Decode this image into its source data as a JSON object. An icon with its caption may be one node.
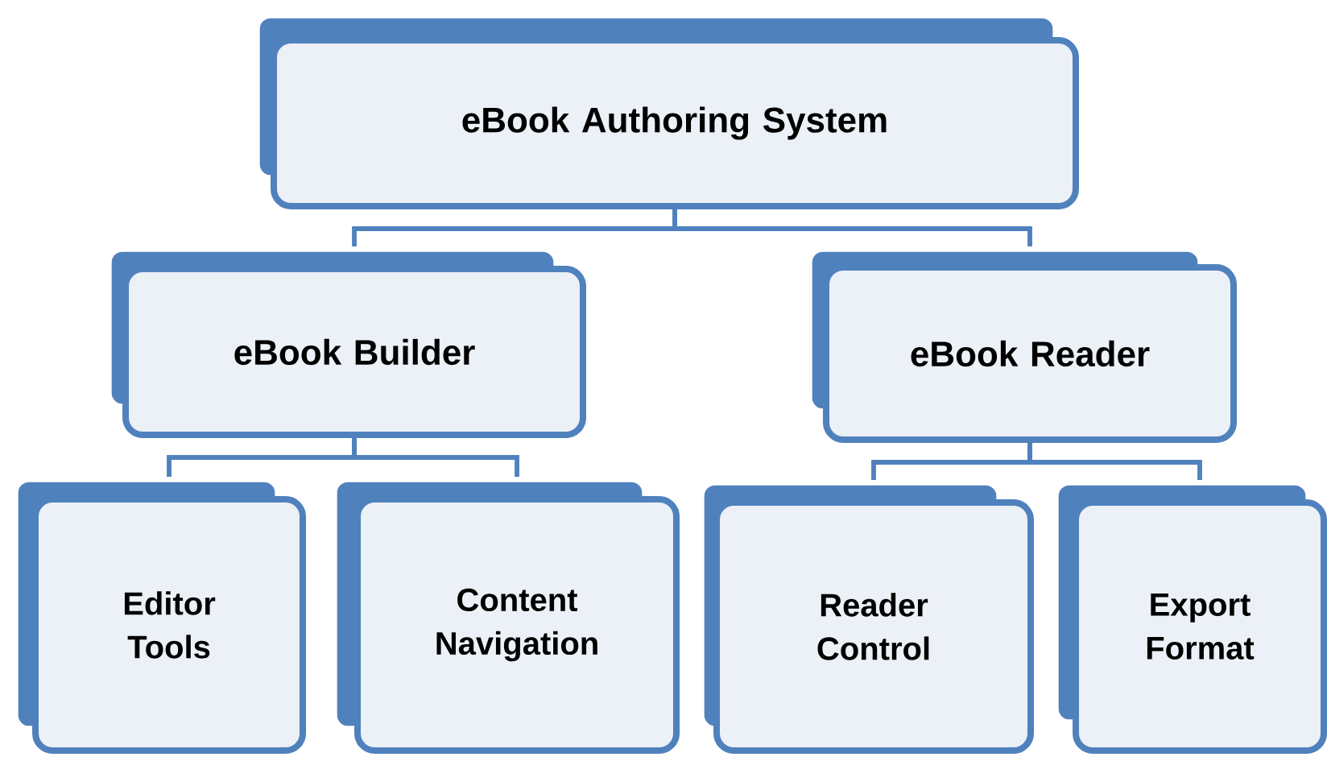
{
  "diagram": {
    "nodes": [
      {
        "text": [
          "eBook Authoring System"
        ]
      },
      {
        "text": [
          "eBook Builder"
        ]
      },
      {
        "text": [
          "eBook Reader"
        ]
      },
      {
        "text": [
          "Editor Tools"
        ]
      },
      {
        "text": [
          "Content Navigation"
        ]
      },
      {
        "text": [
          "Reader Control"
        ]
      },
      {
        "text": [
          "Export Format"
        ]
      }
    ],
    "edges": [
      {
        "from": 0,
        "to": 1,
        "arrow": "none"
      },
      {
        "from": 0,
        "to": 2,
        "arrow": "none"
      },
      {
        "from": 1,
        "to": 3,
        "arrow": "none"
      },
      {
        "from": 1,
        "to": 4,
        "arrow": "none"
      },
      {
        "from": 2,
        "to": 5,
        "arrow": "none"
      },
      {
        "from": 2,
        "to": 6,
        "arrow": "none"
      }
    ]
  }
}
